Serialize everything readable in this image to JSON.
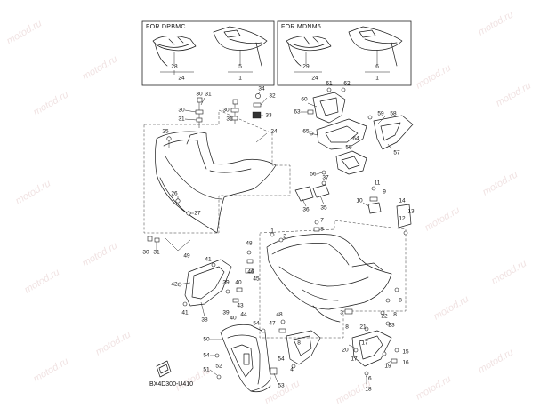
{
  "diagram": {
    "reference_code": "BX4D300-U410",
    "watermark_text": "motod.ru",
    "insets": [
      {
        "label": "FOR DPBMC",
        "callouts": [
          "28",
          "24",
          "5",
          "1"
        ]
      },
      {
        "label": "FOR MDNM6",
        "callouts": [
          "29",
          "24",
          "6",
          "1"
        ]
      }
    ],
    "callouts": {
      "c30a": "30",
      "c31a": "31",
      "c30b": "30",
      "c31b": "31",
      "c34": "34",
      "c32": "32",
      "c33": "33",
      "c25": "25",
      "c24": "24",
      "c26": "26",
      "c27": "27",
      "c30c": "30",
      "c31c": "31",
      "c49": "49",
      "c61": "61",
      "c62": "62",
      "c60": "60",
      "c63": "63",
      "c59": "59",
      "c58": "58",
      "c65": "65",
      "c64": "64",
      "c55": "55",
      "c57": "57",
      "c56": "56",
      "c37": "37",
      "c36": "36",
      "c35": "35",
      "c7": "7",
      "c8a": "8",
      "c1": "1",
      "c2": "2",
      "c11": "11",
      "c9": "9",
      "c10": "10",
      "c14": "14",
      "c13": "13",
      "c12": "12",
      "c48": "48",
      "c41a": "41",
      "c46": "46",
      "c45": "45",
      "c42": "42",
      "c39": "39",
      "c40": "40",
      "c41b": "41",
      "c38": "38",
      "c43": "43",
      "c44": "44",
      "c47": "47",
      "c3": "3",
      "c8b": "8",
      "c22": "22",
      "c8c": "8",
      "c23": "23",
      "c21": "21",
      "c17a": "17",
      "c20": "20",
      "c15": "15",
      "c19": "19",
      "c17b": "17",
      "c16": "16",
      "c18": "18",
      "c4": "4",
      "c54a": "54",
      "c50": "50",
      "c54b": "54",
      "c52": "52",
      "c51": "51",
      "c53": "53"
    }
  }
}
